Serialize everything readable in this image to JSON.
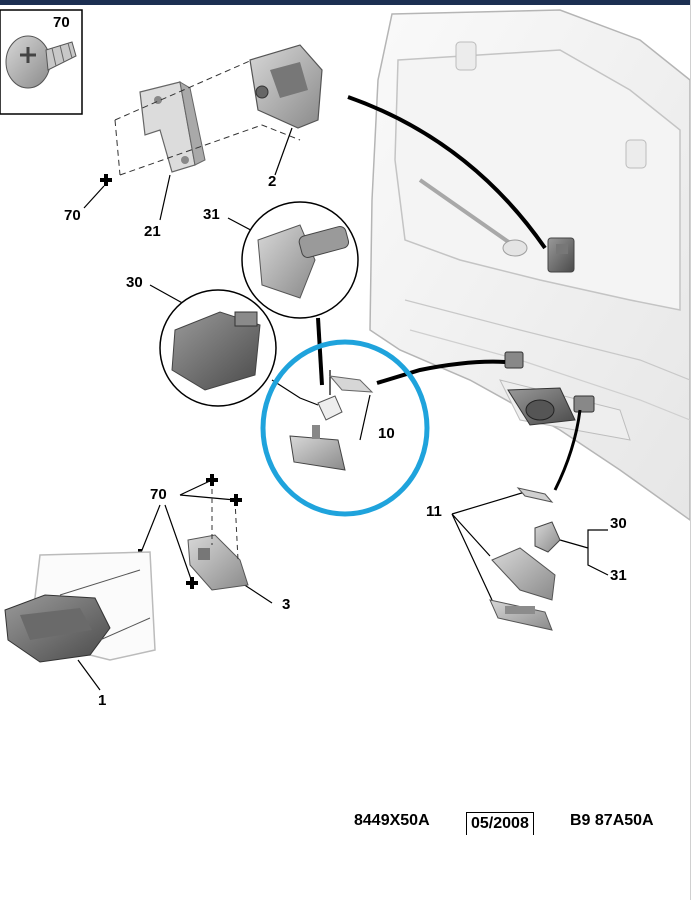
{
  "callouts": {
    "c70_inset": "70",
    "c70_left": "70",
    "c21": "21",
    "c2": "2",
    "c31_top": "31",
    "c30_top": "30",
    "c10": "10",
    "c70_mid": "70",
    "c3": "3",
    "c1": "1",
    "c11": "11",
    "c30_right": "30",
    "c31_right": "31"
  },
  "footer": {
    "ref_left": "8449X50A",
    "ref_date": "05/2008",
    "ref_right": "B9 87A50A"
  },
  "colors": {
    "highlight_ring": "#1fa3dc",
    "header_bar": "#1c2f52"
  }
}
